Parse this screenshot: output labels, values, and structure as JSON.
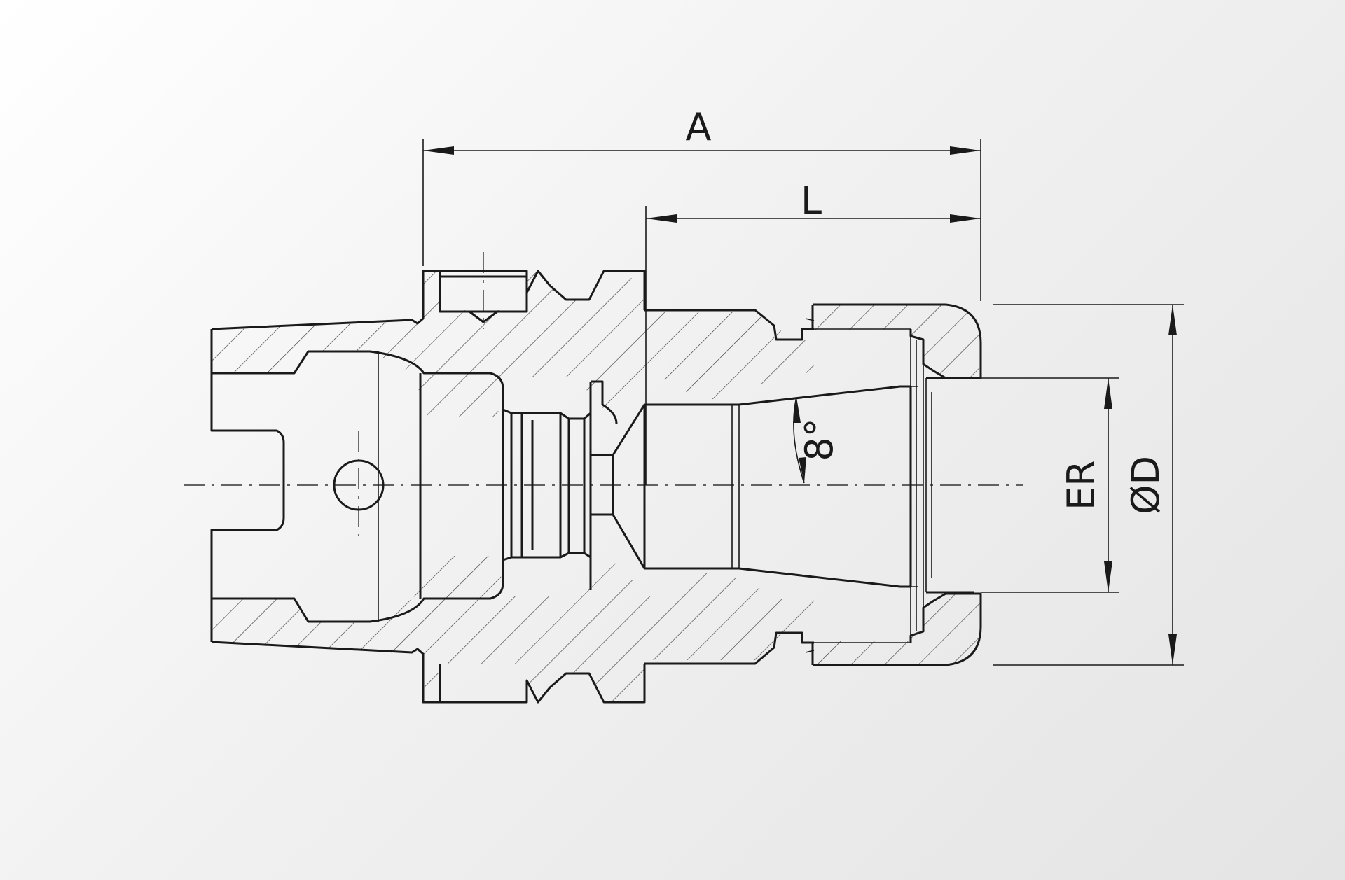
{
  "drawing": {
    "labels": {
      "overall_length": "A",
      "projection_length": "L",
      "collet_size": "ER",
      "outer_diameter": "ØD",
      "taper_angle": "8°"
    }
  }
}
